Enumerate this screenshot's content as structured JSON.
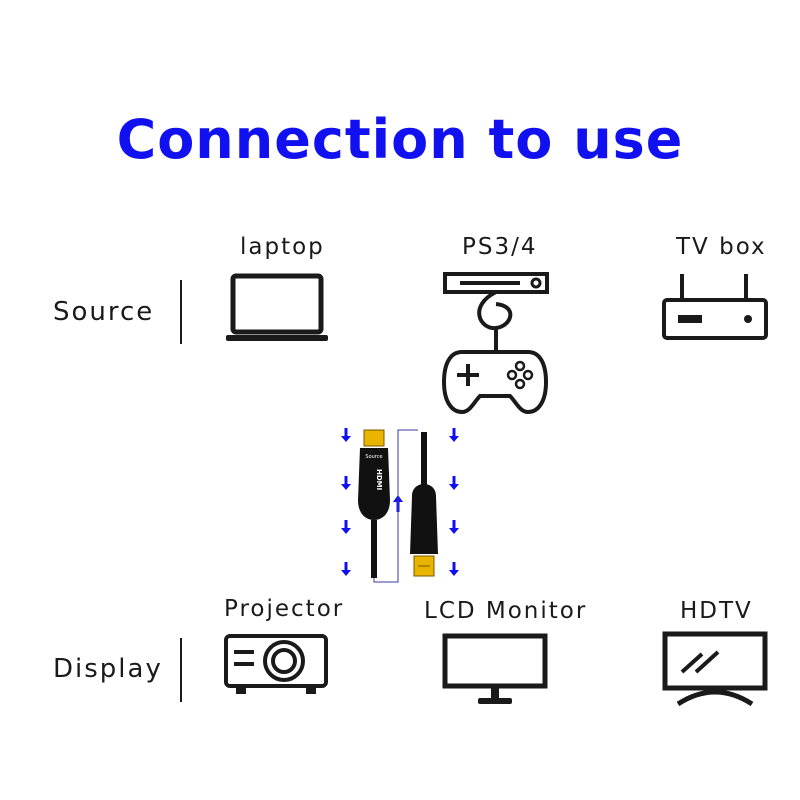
{
  "title": "Connection to use",
  "rows": {
    "source": "Source",
    "display": "Display"
  },
  "sources": [
    "laptop",
    "PS3/4",
    "TV box"
  ],
  "displays": [
    "Projector",
    "LCD Monitor",
    "HDTV"
  ],
  "cable": {
    "source_connector_text": "Source",
    "brand_text": "HDMI"
  },
  "colors": {
    "title": "#1010f0",
    "arrows": "#1010f0",
    "icons": "#1a1a1a",
    "connector_gold": "#e8b400"
  }
}
